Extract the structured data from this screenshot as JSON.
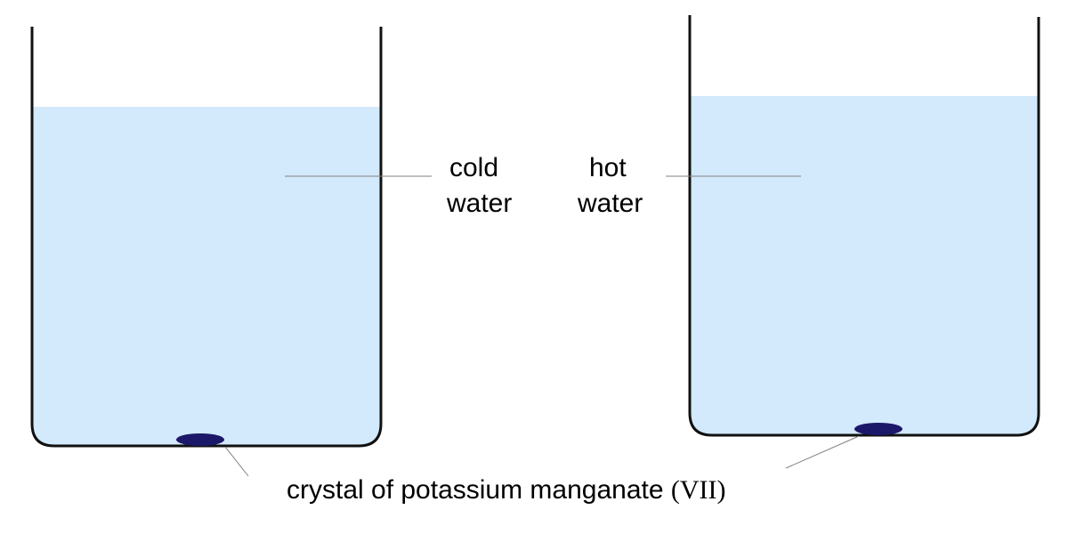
{
  "colors": {
    "water": "#d3e9fc",
    "crystal": "#1c1869",
    "outline": "#111111",
    "leader": "#808080"
  },
  "labels": {
    "cold_line1": "cold",
    "cold_line2": "water",
    "hot_line1": "hot",
    "hot_line2": "water",
    "crystal_text": "crystal of potassium manganate ",
    "crystal_roman": "(VII)"
  }
}
